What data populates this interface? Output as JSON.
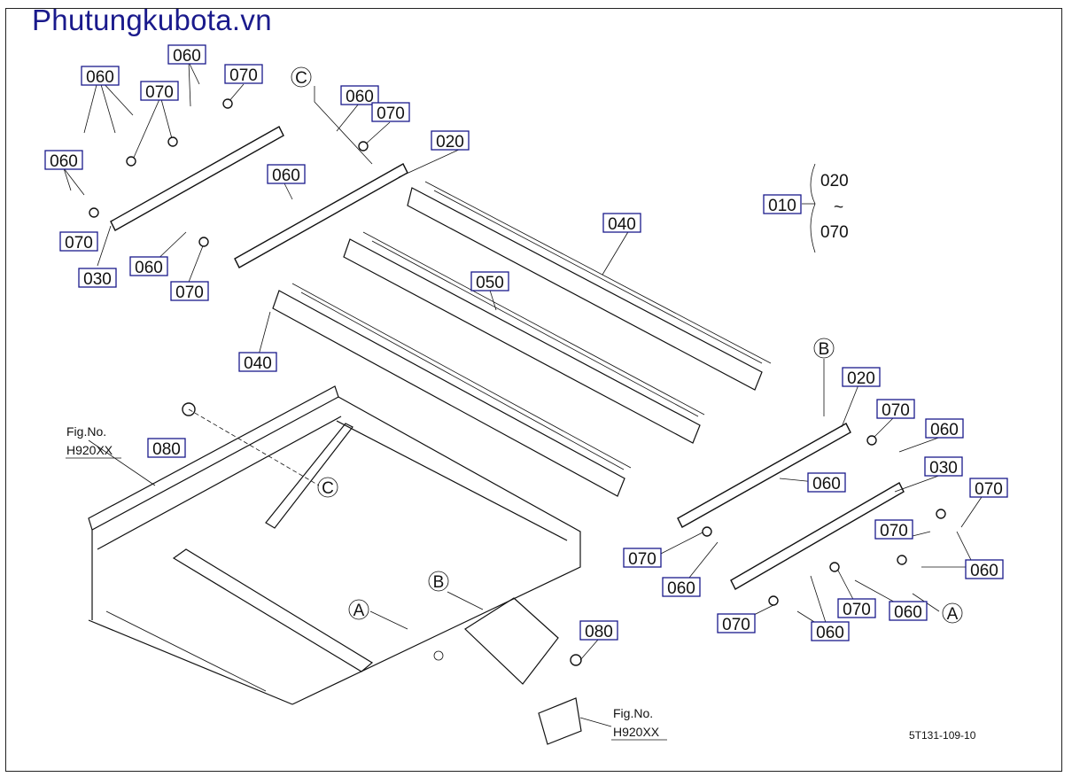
{
  "brand": "Phutungkubota.vn",
  "doc_code": "5T131-109-10",
  "fig_ref_1": {
    "line1": "Fig.No.",
    "line2": "H920XX"
  },
  "fig_ref_2": {
    "line1": "Fig.No.",
    "line2": "H920XX"
  },
  "assembly": {
    "main": "010",
    "from": "020",
    "tilde": "~",
    "to": "070"
  },
  "callouts": {
    "c_top": "C",
    "c_mid": "C",
    "b_right": "B",
    "b_low": "B",
    "a_low": "A",
    "a_right": "A"
  },
  "labels": {
    "p060_a": "060",
    "p070_a": "070",
    "p060_b": "060",
    "p070_b": "070",
    "p060_c": "060",
    "p070_c": "070",
    "p020_a": "020",
    "p060_d": "060",
    "p060_e": "060",
    "p070_d": "070",
    "p030_a": "030",
    "p060_f": "060",
    "p070_e": "070",
    "p040_a": "040",
    "p050": "050",
    "p040_b": "040",
    "p080_a": "080",
    "p020_b": "020",
    "p070_f": "070",
    "p060_g": "060",
    "p030_b": "030",
    "p070_g": "070",
    "p060_h": "060",
    "p070_h": "070",
    "p060_i": "060",
    "p070_i": "070",
    "p060_j": "060",
    "p070_j": "070",
    "p060_k": "060",
    "p070_k": "070",
    "p060_l": "060",
    "p080_b": "080"
  }
}
